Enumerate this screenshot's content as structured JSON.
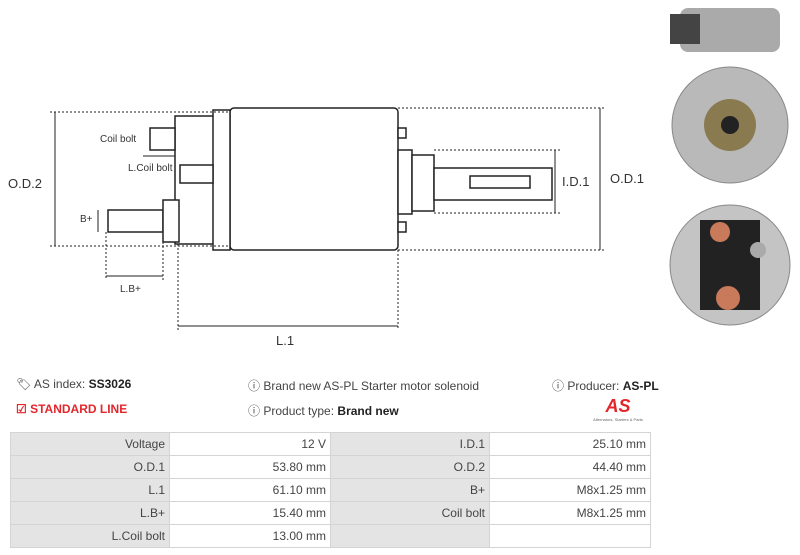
{
  "drawing": {
    "labels": {
      "od2": "O.D.2",
      "od1": "O.D.1",
      "id1": "I.D.1",
      "l1": "L.1",
      "lb": "L.B+",
      "bplus": "B+",
      "coil": "Coil bolt",
      "lcoil": "L.Coil bolt"
    }
  },
  "info": {
    "index_label": "AS index:",
    "index_value": "SS3026",
    "line": "STANDARD LINE",
    "description": "Brand new AS-PL Starter motor solenoid",
    "type_label": "Product type:",
    "type_value": "Brand new",
    "producer_label": "Producer:",
    "producer_value": "AS-PL",
    "logo_text": "AS",
    "logo_tagline": "Alternators, Starters & Parts"
  },
  "colors": {
    "accent": "#e3262c",
    "header_cell": "#e4e4e4"
  },
  "specs": [
    [
      "Voltage",
      "12 V",
      "I.D.1",
      "25.10 mm"
    ],
    [
      "O.D.1",
      "53.80 mm",
      "O.D.2",
      "44.40 mm"
    ],
    [
      "L.1",
      "61.10 mm",
      "B+",
      "M8x1.25 mm"
    ],
    [
      "L.B+",
      "15.40 mm",
      "Coil bolt",
      "M8x1.25 mm"
    ],
    [
      "L.Coil bolt",
      "13.00 mm",
      "",
      ""
    ]
  ]
}
